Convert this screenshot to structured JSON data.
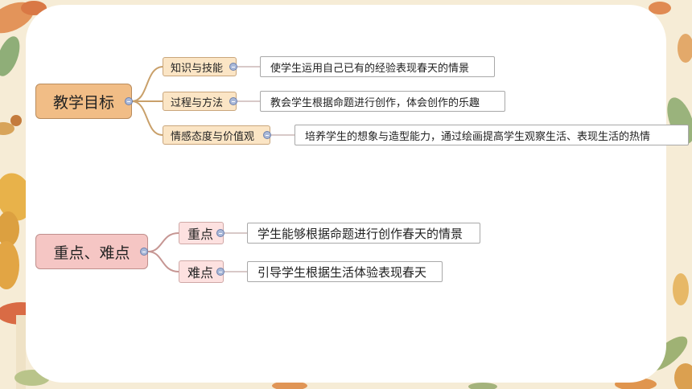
{
  "colors": {
    "goal_node": "#f1bd86",
    "goal_branch": "#fbe5c5",
    "goal_link": "#c9a06a",
    "key_node": "#f5c6c4",
    "key_branch": "#fde1e0",
    "key_link": "#c69693",
    "leaf_link": "#c0a9a6"
  },
  "mindmap": {
    "goals": {
      "title": "教学目标",
      "branches": [
        {
          "label": "知识与技能",
          "detail": "使学生运用自己已有的经验表现春天的情景"
        },
        {
          "label": "过程与方法",
          "detail": "教会学生根据命题进行创作，体会创作的乐趣"
        },
        {
          "label": "情感态度与价值观",
          "detail": "培养学生的想象与造型能力，通过绘画提高学生观察生活、表现生活的热情"
        }
      ]
    },
    "key_points": {
      "title": "重点、难点",
      "branches": [
        {
          "label": "重点",
          "detail": "学生能够根据命题进行创作春天的情景"
        },
        {
          "label": "难点",
          "detail": "引导学生根据生活体验表现春天"
        }
      ]
    }
  },
  "icons": {
    "toggle": "collapse-minus-icon",
    "decoration": "autumn-leaves-border"
  }
}
